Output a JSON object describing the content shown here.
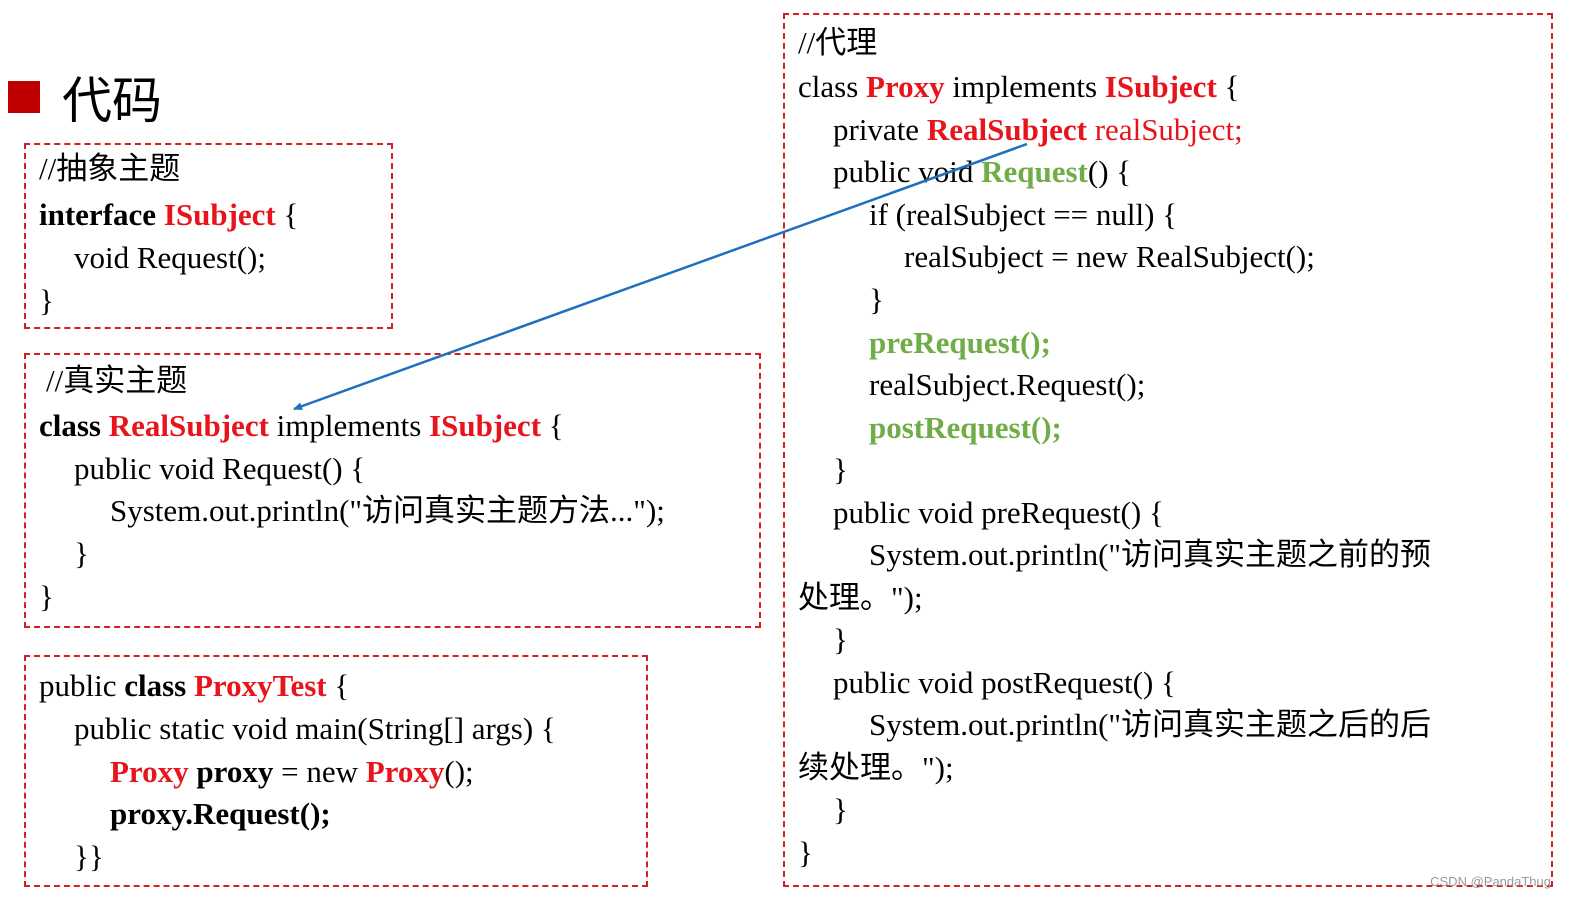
{
  "heading": {
    "title": "代码"
  },
  "interface_block": {
    "comment": "//抽象主题",
    "kw_interface": "interface",
    "name": "ISubject",
    "brace_open": " {",
    "method": "void Request();",
    "brace_close": "}"
  },
  "real_block": {
    "comment": "//真实主题",
    "kw_class": "class",
    "name": "RealSubject",
    "implements": " implements ",
    "iface": "ISubject",
    "brace_open": " {",
    "method_sig": "public void Request() {",
    "print": "System.out.println(\"访问真实主题方法...\");",
    "brace_inner": "}",
    "brace_close": "}"
  },
  "test_block": {
    "kw_public": "public ",
    "kw_class": "class",
    "name": "ProxyTest",
    "brace_open": " {",
    "main_sig": "public static void main(String[] args) {",
    "proxy_type": "Proxy",
    "proxy_decl": " proxy",
    "assign_new": " = new ",
    "proxy_ctor": "Proxy",
    "ctor_end": "();",
    "call": "proxy.Request();",
    "brace_close": "}}"
  },
  "proxy_block": {
    "comment": "//代理",
    "kw_class": "class ",
    "name": "Proxy",
    "implements": " implements ",
    "iface": "ISubject",
    "brace_open": " {",
    "field_prefix": "private ",
    "field_type": "RealSubject",
    "field_name": " realSubject;",
    "req_prefix": "public void ",
    "req_name": "Request",
    "req_suffix": "() {",
    "if_line": "if (realSubject == null) {",
    "assign_line": "realSubject = new RealSubject();",
    "if_close": "}",
    "pre_call": "preRequest();",
    "real_call": "realSubject.Request();",
    "post_call": "postRequest();",
    "req_close": "}",
    "pre_sig": "public void preRequest() {",
    "pre_print_1": "System.out.println(\"访问真实主题之前的预",
    "pre_print_2": "处理。\");",
    "pre_close": "}",
    "post_sig": "public void postRequest() {",
    "post_print_1": "System.out.println(\"访问真实主题之后的后",
    "post_print_2": "续处理。\");",
    "post_close": "}",
    "brace_close": "}"
  },
  "watermark": "CSDN @PandaThug",
  "colors": {
    "keyword_red": "#e8141b",
    "method_green": "#70ad47",
    "border_red": "#d42020",
    "arrow_blue": "#1f6fbf",
    "heading_square": "#c00000"
  }
}
